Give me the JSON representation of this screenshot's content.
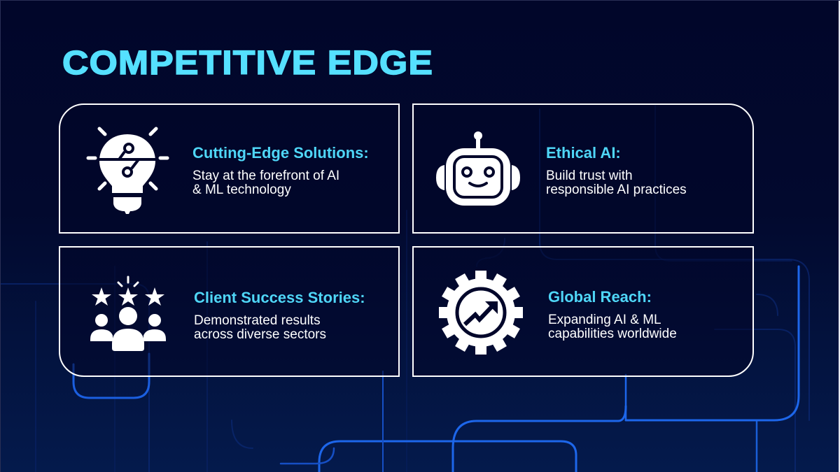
{
  "slide": {
    "title": "COMPETITIVE EDGE",
    "colors": {
      "background": "#01062a",
      "accent": "#55e0ff",
      "heading": "#4fd6f7",
      "card_border": "#ffffff",
      "circuit_line": "#1a5fd8"
    },
    "cards": [
      {
        "icon": "lightbulb-circuit-icon",
        "heading": "Cutting-Edge Solutions:",
        "description": "Stay at the forefront of AI\n& ML technology"
      },
      {
        "icon": "robot-icon",
        "heading": "Ethical AI:",
        "description": "Build trust with\nresponsible AI practices"
      },
      {
        "icon": "people-stars-icon",
        "heading": "Client Success Stories:",
        "description": "Demonstrated results\nacross diverse sectors"
      },
      {
        "icon": "gear-growth-icon",
        "heading": "Global Reach:",
        "description": "Expanding AI & ML\ncapabilities worldwide"
      }
    ]
  }
}
